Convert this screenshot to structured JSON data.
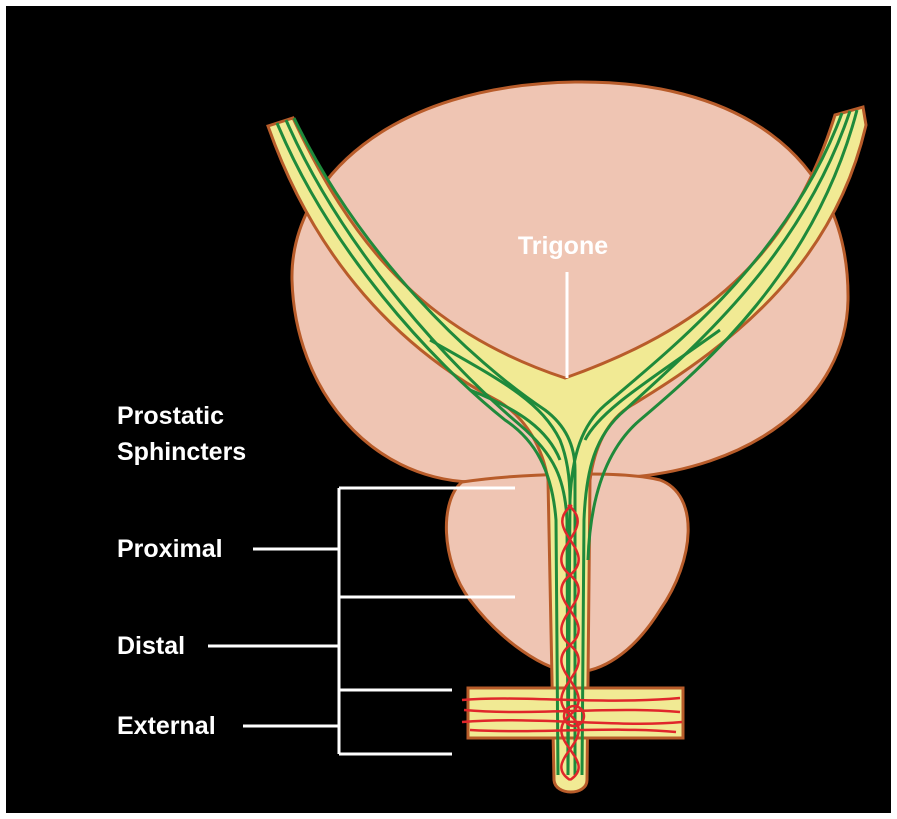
{
  "labels": {
    "trigone": "Trigone",
    "group_line1": "Prostatic",
    "group_line2": "Sphincters",
    "proximal": "Proximal",
    "distal": "Distal",
    "external": "External"
  },
  "colors": {
    "background": "#000000",
    "bladder_fill": "#efc5b3",
    "outline": "#b85c2a",
    "urethra_fill": "#f1ea94",
    "muscle_fibers": "#1f8a3b",
    "sphincter_fibers": "#e0262b",
    "label_text": "#ffffff"
  }
}
